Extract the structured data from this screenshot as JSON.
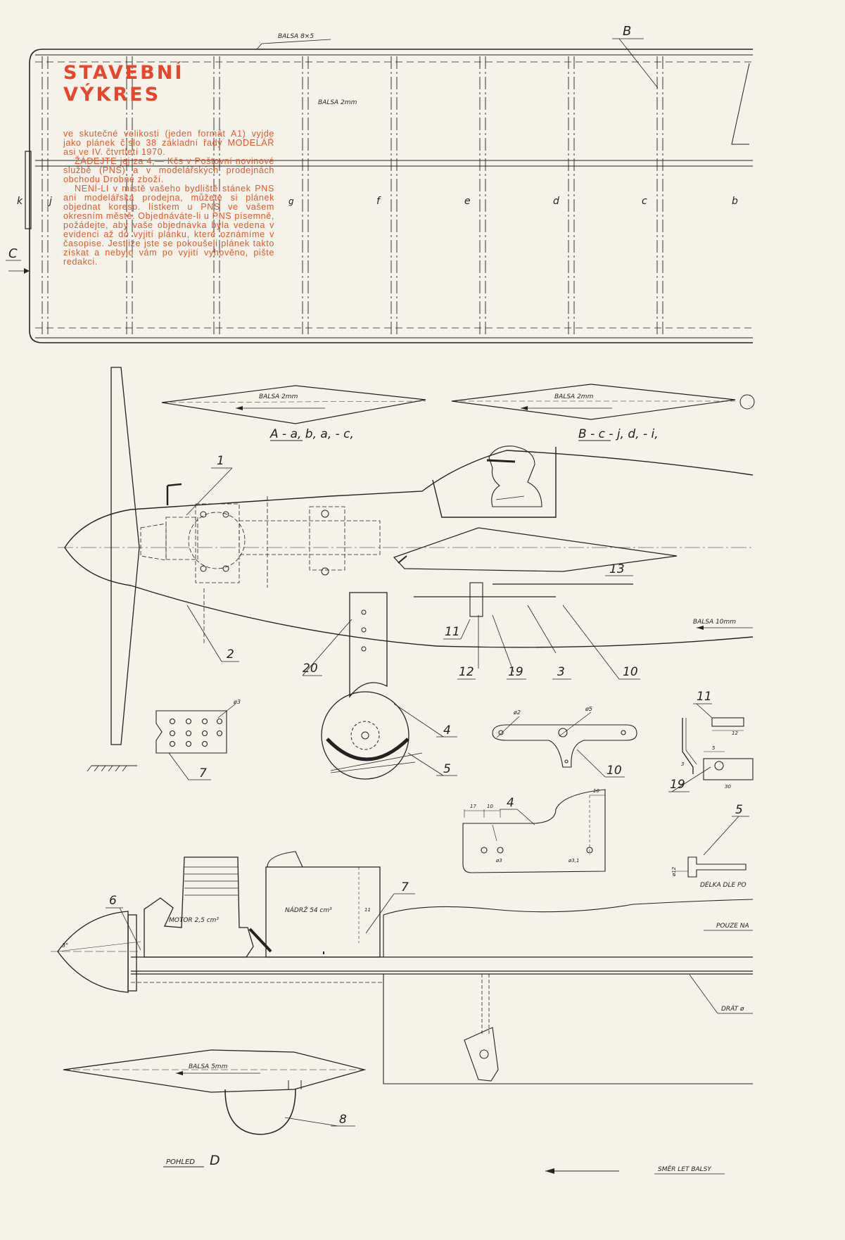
{
  "notice": {
    "title": "STAVEBNÍ VÝKRES",
    "p1": "ve skutečné velikosti (jeden formát A1) vyjde jako plánek číslo 38 základní řady MODELÁŘ asi ve IV. čtvrtletí 1970.",
    "p2": "ŽÁDEJTE jej za 4,— Kčs v Poštovní novinové službě (PNS) a v modelářských prodejnách obchodu Drobné zboží.",
    "p3": "NENÍ-LI v místě vašeho bydliště stánek PNS ani modelářská prodejna, můžete si plánek objednat koresp. lístkem u PNS ve vašem okresním městě. Objednáváte-li u PNS písemně, požádejte, aby vaše objednávka byla vedena v evidenci až do vyjití plánku, které oznámíme v časopise. Jestliže jste se pokoušeli plánek takto získat a nebylo vám po vyjití vyhověno, pište redakci."
  },
  "wing": {
    "edge_label": "BALSA 8×5",
    "skin_label": "BALSA 2mm",
    "section_b": "B",
    "section_c": "C",
    "rib_letters": [
      "k",
      "j",
      "g",
      "f",
      "e",
      "d",
      "c",
      "b"
    ]
  },
  "sections": {
    "a_skin": "BALSA 2mm",
    "b_skin": "BALSA 2mm",
    "a_caption": "A - a, b, a, - c,",
    "b_caption": "B - c - j, d, - i,"
  },
  "side_view": {
    "parts": [
      "1",
      "2",
      "3",
      "4",
      "5",
      "10",
      "11",
      "12",
      "13",
      "19",
      "20"
    ],
    "balsa_label": "BALSA 10mm"
  },
  "details": {
    "plate_dim": "ø3",
    "horn_d1": "ø2",
    "horn_d2": "ø5",
    "part_7": "7",
    "part_10": "10",
    "part_19": "19",
    "part_11": "11",
    "part_4": "4",
    "part_5": "5",
    "dim_17": "17",
    "dim_10": "10",
    "dim_5": "5",
    "dim_3": "3",
    "dim_30": "30",
    "dim_12": "12",
    "leg_d1": "ø3",
    "leg_d2": "ø3,1",
    "leg_dim": "10",
    "axle_label": "DÉLKA DLE PO",
    "axle_d": "ø12"
  },
  "top_view": {
    "motor": "MOTOR 2,5 cm³",
    "tank": "NÁDRŽ 54 cm³",
    "tank_dim": "11",
    "angle": "3°",
    "part_6": "6",
    "part_7": "7",
    "part_8": "8",
    "stab_label": "BALSA 5mm",
    "view_label": "POHLED",
    "view_letter": "D",
    "pouze": "POUZE NA",
    "drat": "DRÁT ø",
    "grain": "SMĚR LET BALSY"
  }
}
